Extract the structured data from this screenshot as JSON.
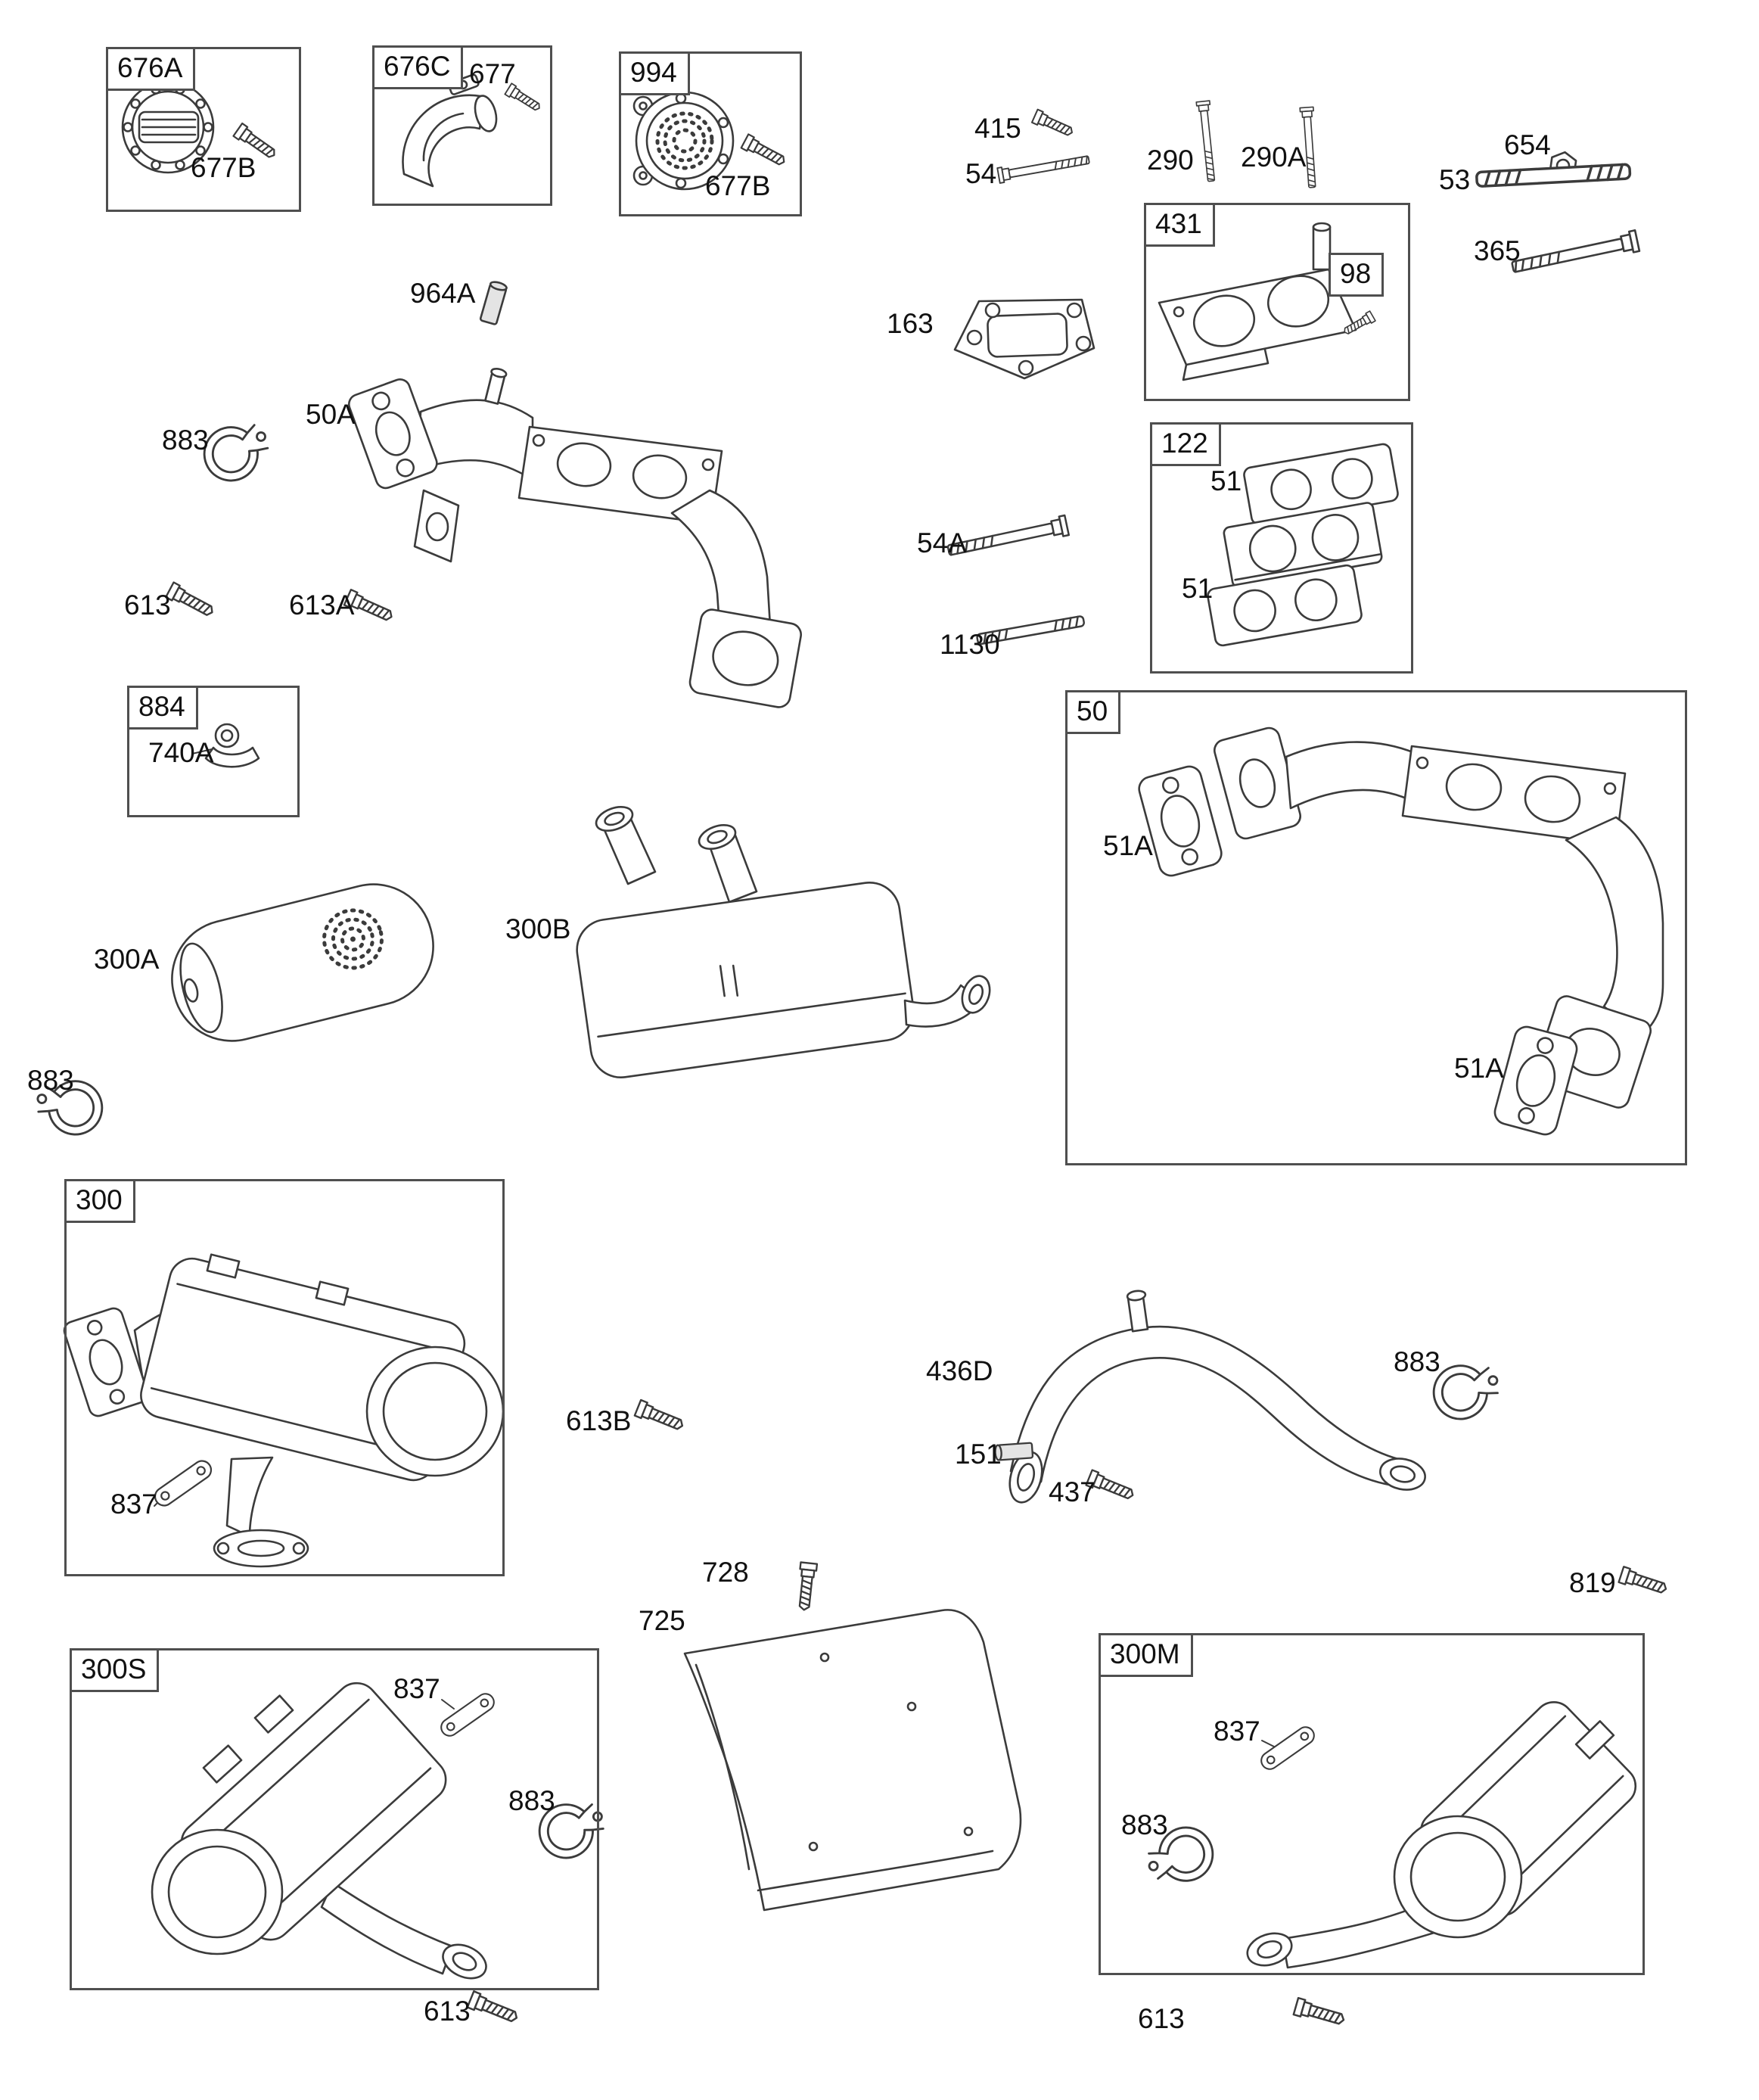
{
  "style_tokens": {
    "background": "#ffffff",
    "line_color": "#3b3b3b",
    "text_color": "#111111",
    "box_border_color": "#4f4f4f",
    "metal_shade": "#e4e4e4"
  },
  "boxes": {
    "b676A": "676A",
    "b676C": "676C",
    "b994": "994",
    "b431": "431",
    "b98": "98",
    "b122": "122",
    "b884": "884",
    "b50": "50",
    "b300": "300",
    "b300S": "300S",
    "b300M": "300M"
  },
  "labels": {
    "l677": "677",
    "l677B_1": "677B",
    "l677B_2": "677B",
    "l415": "415",
    "l54": "54",
    "l290": "290",
    "l290A": "290A",
    "l654": "654",
    "l53": "53",
    "l365": "365",
    "l163": "163",
    "l964A": "964A",
    "l50A": "50A",
    "l883_1": "883",
    "l613_1": "613",
    "l613A": "613A",
    "l54A": "54A",
    "l1130": "1130",
    "l51_1": "51",
    "l51_2": "51",
    "l740A": "740A",
    "l51A_1": "51A",
    "l51A_2": "51A",
    "l300A": "300A",
    "l300B": "300B",
    "l883_2": "883",
    "l837_1": "837",
    "l436D": "436D",
    "l883_3": "883",
    "l613B": "613B",
    "l151": "151",
    "l437": "437",
    "l728": "728",
    "l725": "725",
    "l819": "819",
    "l837_2": "837",
    "l883_4": "883",
    "l837_3": "837",
    "l883_5": "883",
    "l613_2": "613",
    "l613_3": "613"
  }
}
